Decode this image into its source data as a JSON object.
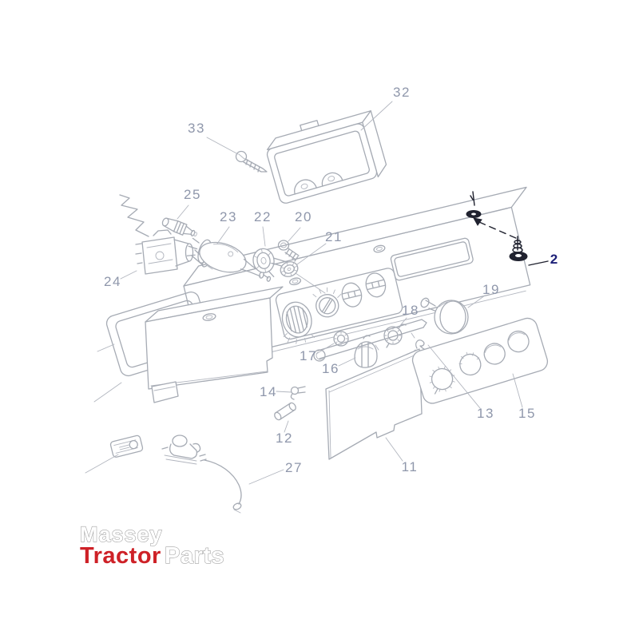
{
  "diagram": {
    "type": "exploded-parts-diagram",
    "subject": "tractor instrument / heater control panel assembly"
  },
  "parts": [
    {
      "n": "33"
    },
    {
      "n": "32"
    },
    {
      "n": "25"
    },
    {
      "n": "23"
    },
    {
      "n": "22"
    },
    {
      "n": "20"
    },
    {
      "n": "21"
    },
    {
      "n": "24"
    },
    {
      "n": "2",
      "highlighted": true
    },
    {
      "n": "19"
    },
    {
      "n": "18"
    },
    {
      "n": "17"
    },
    {
      "n": "16"
    },
    {
      "n": "14"
    },
    {
      "n": "12"
    },
    {
      "n": "13"
    },
    {
      "n": "15"
    },
    {
      "n": "11"
    },
    {
      "n": "27"
    }
  ],
  "watermark": {
    "line1": "Massey",
    "line2_red": "Tractor",
    "line2_outline": "Parts"
  },
  "colors": {
    "background": "#ffffff",
    "line_gray": "#a6abb4",
    "leader_gray": "#b2b6bf",
    "label_blue_gray": "#8f97ab",
    "accent_navy": "#1e2178",
    "dark_part": "#20222f",
    "watermark_red": "#ce2127",
    "watermark_outline": "#a3a3a3"
  }
}
